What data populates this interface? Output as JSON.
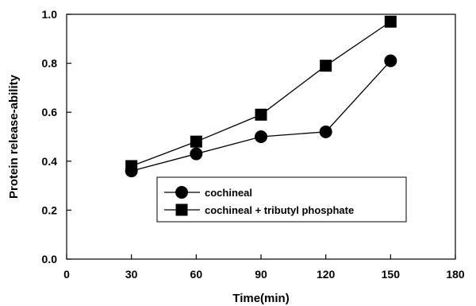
{
  "chart_data": {
    "type": "line",
    "xlabel": "Time(min)",
    "ylabel": "Protein release-ability",
    "xlim": [
      0,
      180
    ],
    "ylim": [
      0.0,
      1.0
    ],
    "xticks": [
      "0",
      "30",
      "60",
      "90",
      "120",
      "150",
      "180"
    ],
    "yticks": [
      "0.0",
      "0.2",
      "0.4",
      "0.6",
      "0.8",
      "1.0"
    ],
    "grid": false,
    "legend_position": "center-bottom",
    "series": [
      {
        "name": "cochineal",
        "marker": "circle",
        "color": "#000000",
        "x": [
          30,
          60,
          90,
          120,
          150
        ],
        "y": [
          0.36,
          0.43,
          0.5,
          0.52,
          0.81
        ]
      },
      {
        "name": "cochineal + tributyl phosphate",
        "marker": "square",
        "color": "#000000",
        "x": [
          30,
          60,
          90,
          120,
          150
        ],
        "y": [
          0.38,
          0.48,
          0.59,
          0.79,
          0.97
        ]
      }
    ]
  }
}
